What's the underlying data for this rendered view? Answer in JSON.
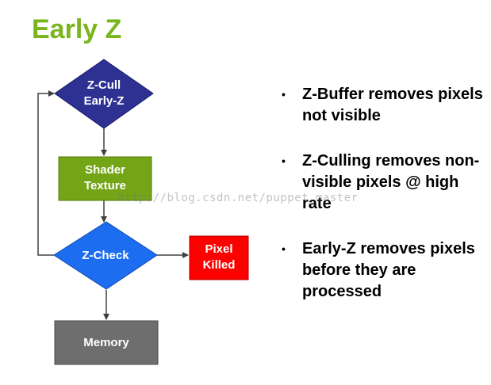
{
  "title": "Early Z",
  "nodes": {
    "zcull": {
      "label": "Z-Cull\nEarly-Z",
      "fill": "#2e3192"
    },
    "shader": {
      "label": "Shader\nTexture",
      "fill": "#73a516"
    },
    "zcheck": {
      "label": "Z-Check",
      "fill": "#1c6df0"
    },
    "killed": {
      "label": "Pixel\nKilled",
      "fill": "#ff0000"
    },
    "memory": {
      "label": "Memory",
      "fill": "#6e6e6e"
    }
  },
  "bullets": [
    "Z-Buffer removes pixels not visible",
    "Z-Culling removes non-visible pixels @ high rate",
    "Early-Z removes pixels before they are processed"
  ],
  "watermark": "http://blog.csdn.net/puppet_master",
  "colors": {
    "title": "#7ab51d",
    "arrow": "#404040"
  }
}
